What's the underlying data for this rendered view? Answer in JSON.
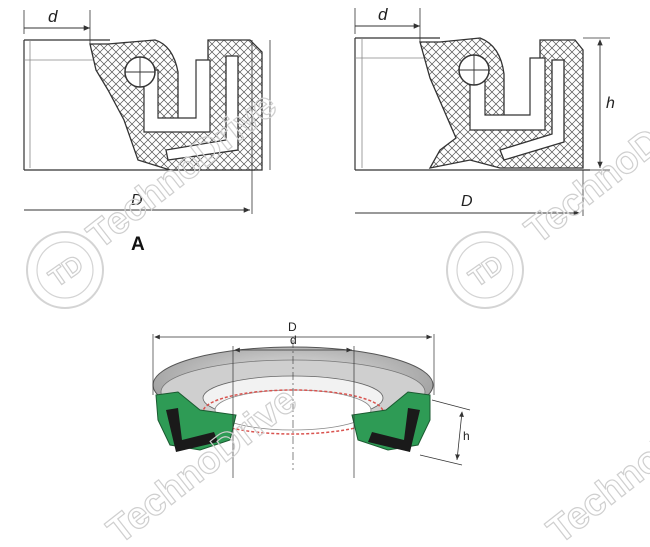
{
  "figure_a": {
    "label_d": "d",
    "label_D": "D",
    "caption": "A"
  },
  "figure_b": {
    "label_d": "d",
    "label_D": "D",
    "label_h": "h"
  },
  "figure_3d": {
    "label_D": "D",
    "label_d": "d",
    "label_h": "h"
  },
  "watermark": {
    "text": "TechnoDrive"
  },
  "colors": {
    "rubber_green": "#2e9b55",
    "metal_insert": "#1a1a1a",
    "spring_red": "#d9534f",
    "seal_gray": "#b9b9b9",
    "outline": "#333333"
  }
}
